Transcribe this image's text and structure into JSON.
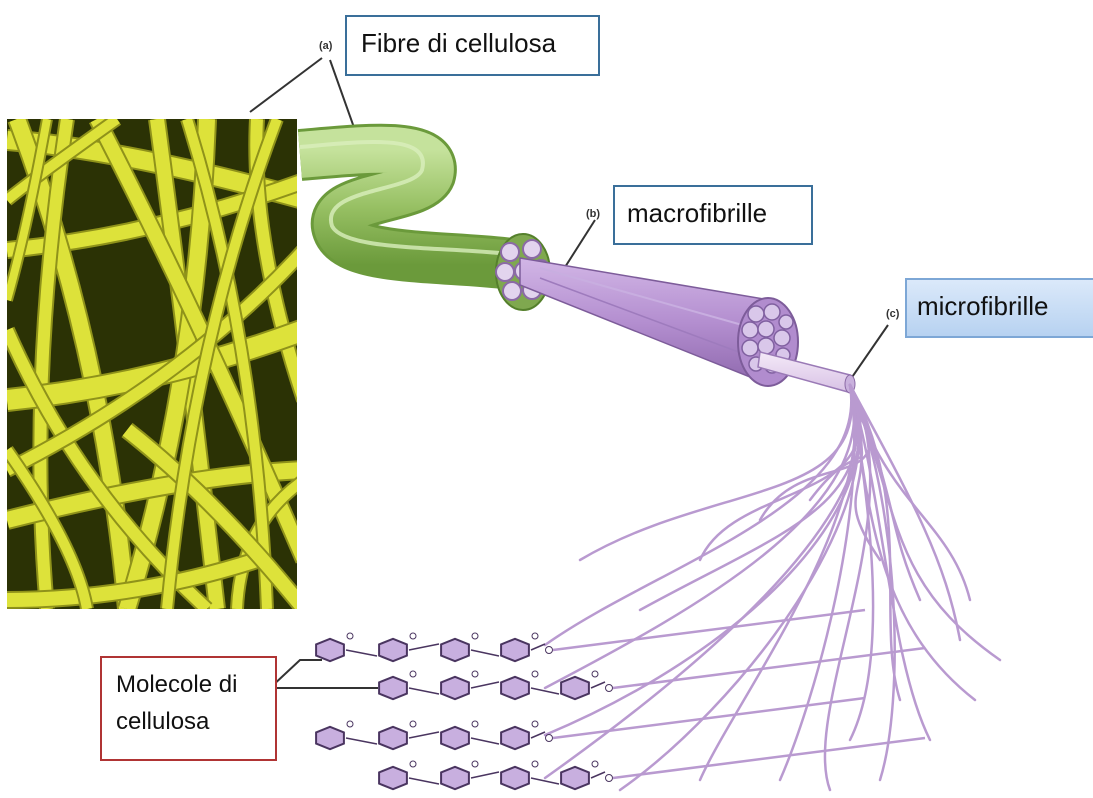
{
  "labels": {
    "fibre": "Fibre di cellulosa",
    "macro": "macrofibrille",
    "micro": "microfibrille",
    "molecole": "Molecole di cellulosa"
  },
  "tags": {
    "a": "(a)",
    "b": "(b)",
    "c": "(c)"
  },
  "colors": {
    "fiber_green": "#9cc46e",
    "macro_purple": "#b58ed0",
    "micro_lilac": "#e7d6ef",
    "strand": "#b99ad0",
    "ring_fill": "#cdb9e2",
    "micrograph_yellow": "#d7d92a",
    "box_blue_border": "#3a6f9a",
    "box_red_border": "#b03434"
  }
}
